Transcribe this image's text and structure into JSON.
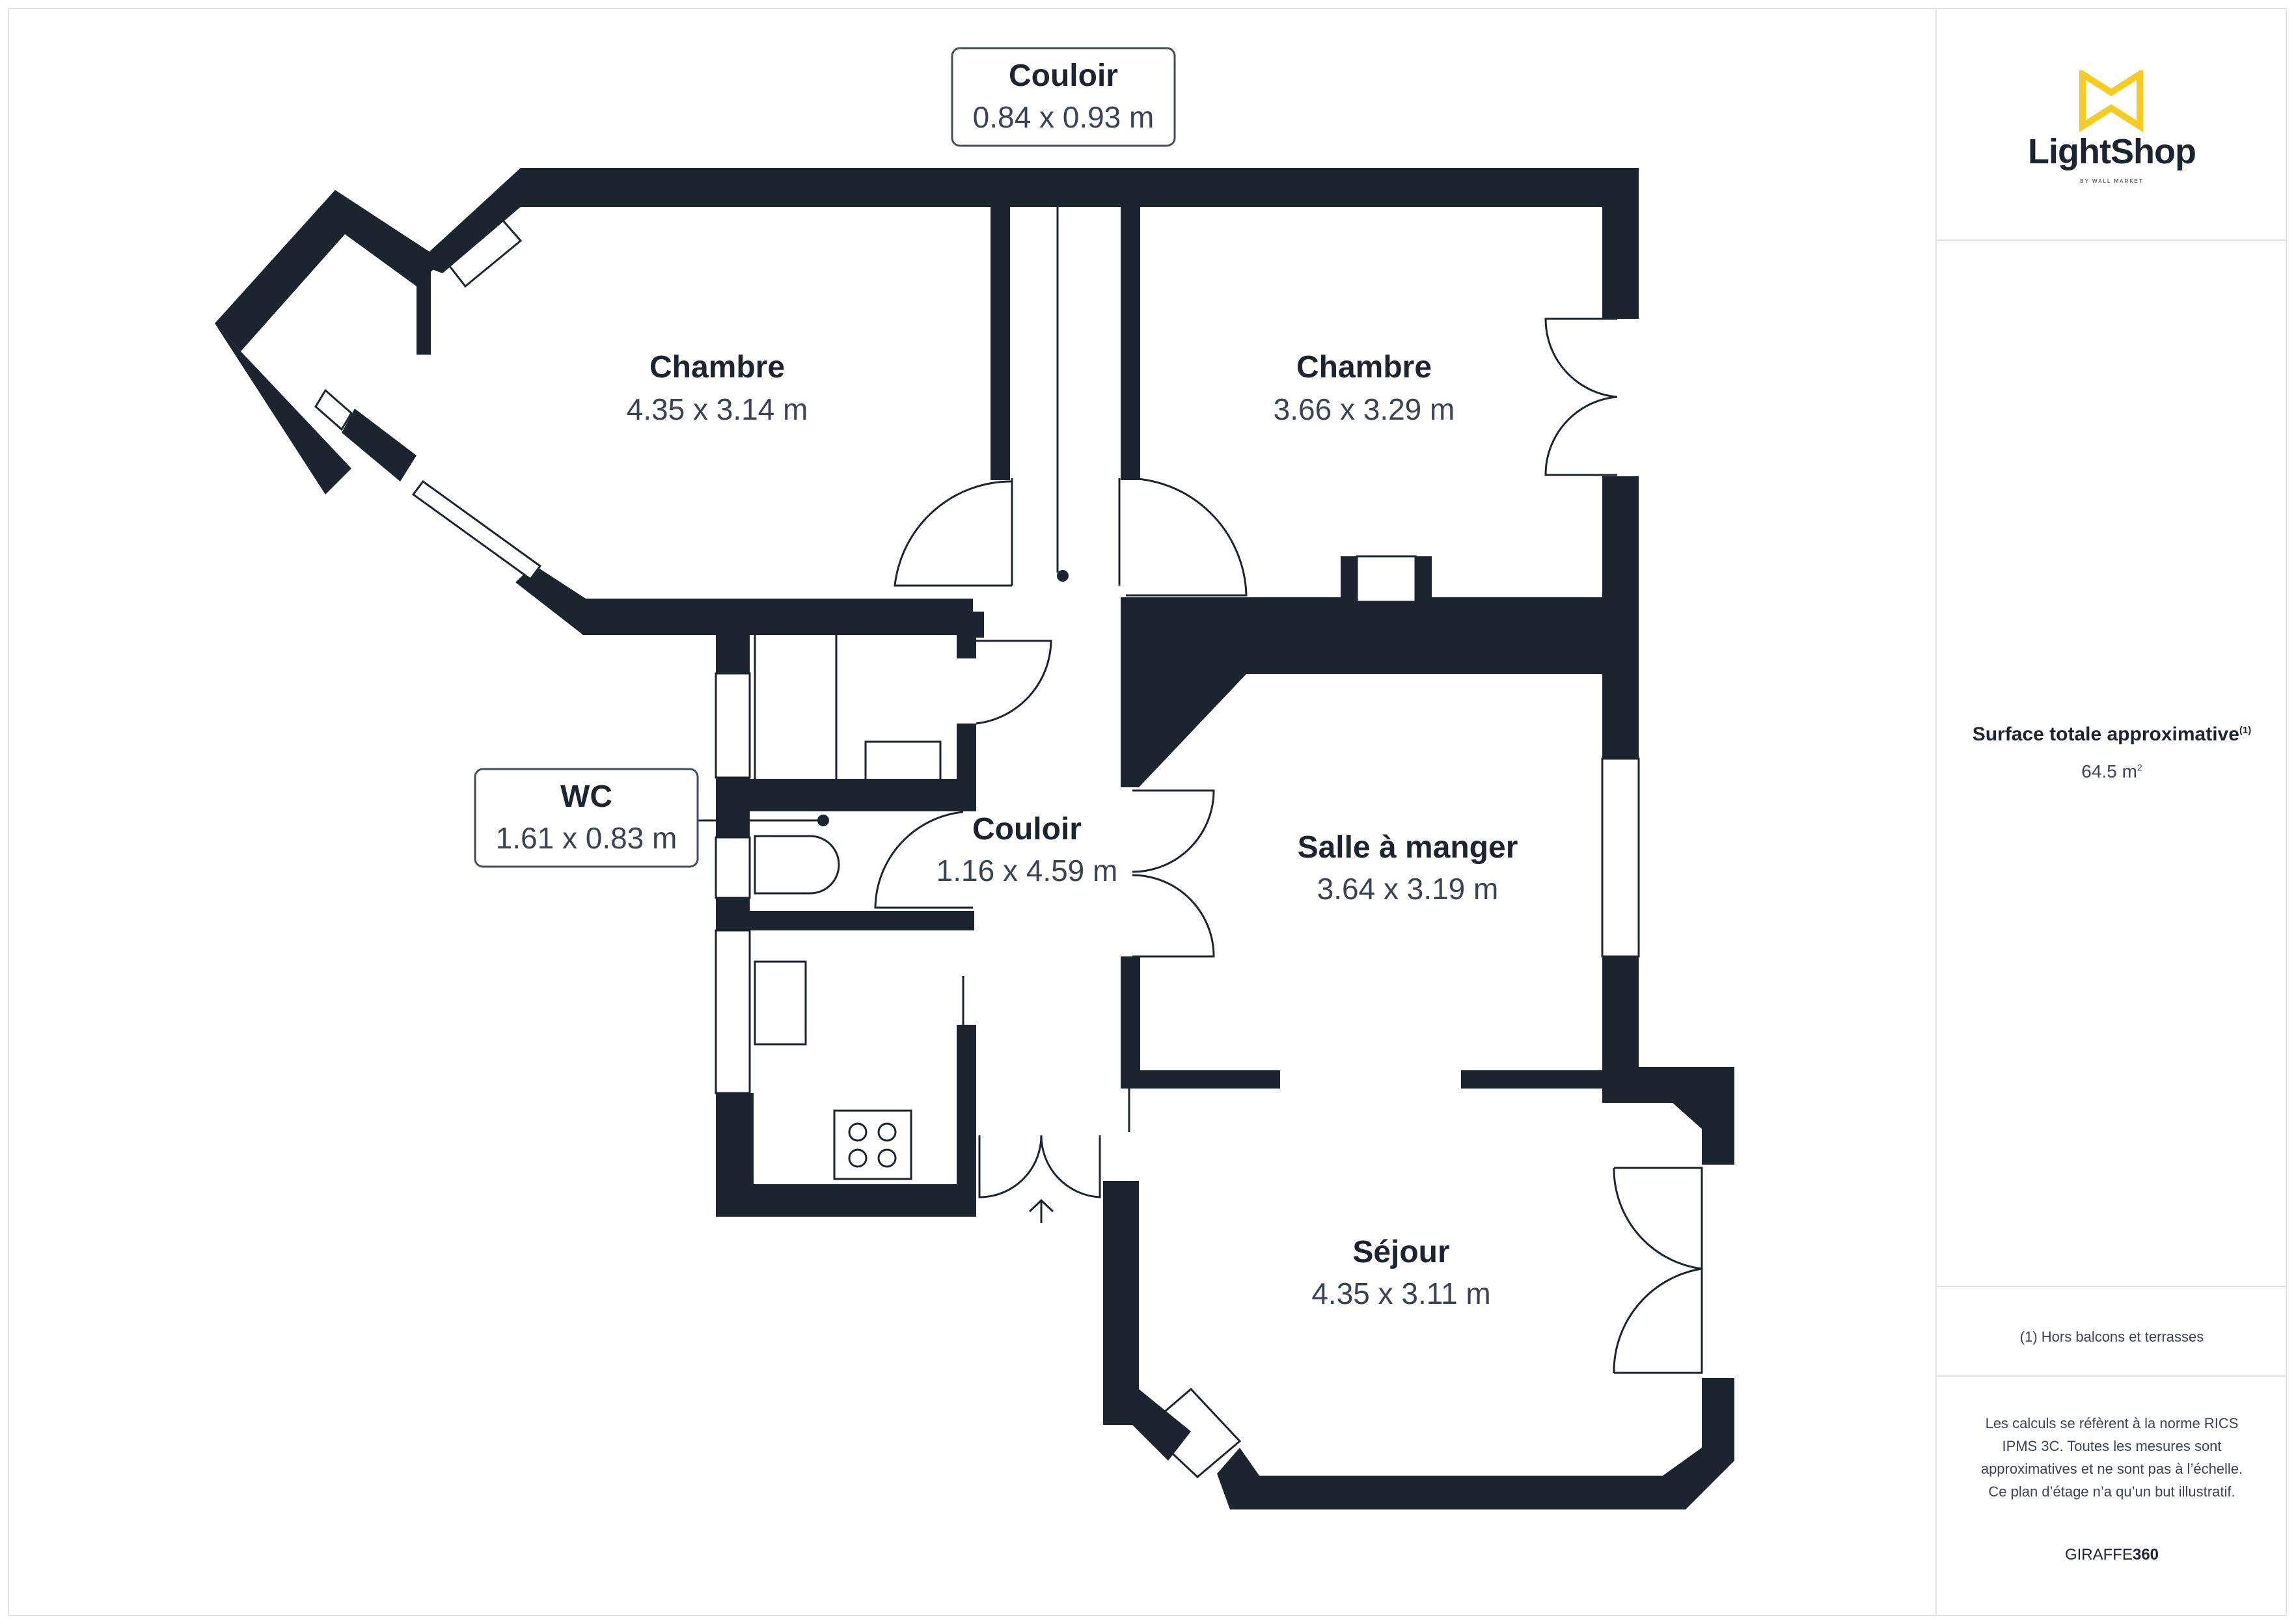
{
  "rooms": [
    {
      "name": "Chambre",
      "dimensions": "4.35 x 3.14 m"
    },
    {
      "name": "Chambre",
      "dimensions": "3.66 x 3.29 m"
    },
    {
      "name": "Salle à manger",
      "dimensions": "3.64 x 3.19 m"
    },
    {
      "name": "Séjour",
      "dimensions": "4.35 x 3.11 m"
    },
    {
      "name": "Couloir",
      "dimensions": "1.16 x 4.59 m"
    }
  ],
  "callouts": [
    {
      "name": "Couloir",
      "dimensions": "0.84 x 0.93 m"
    },
    {
      "name": "WC",
      "dimensions": "1.61 x 0.83 m"
    }
  ],
  "sidebar": {
    "logo_name": "LightShop",
    "logo_sub": "BY WALL MARKET",
    "area_title": "Surface totale approximative",
    "area_title_note": "(1)",
    "area_value": "64.5 m",
    "area_unit_sup": "2",
    "footnote": "(1) Hors balcons et terrasses",
    "disclaimer": "Les calculs se réfèrent à la norme RICS IPMS 3C. Toutes les mesures sont approximatives et ne sont pas à l’échelle. Ce plan d’étage n’a qu’un but illustratif.",
    "brand_prefix": "GIRAFFE",
    "brand_suffix": "360"
  },
  "colors": {
    "wall": "#1c2430",
    "accent": "#f5cc1f",
    "text": "#1c2430",
    "border": "#e2e2e2"
  }
}
